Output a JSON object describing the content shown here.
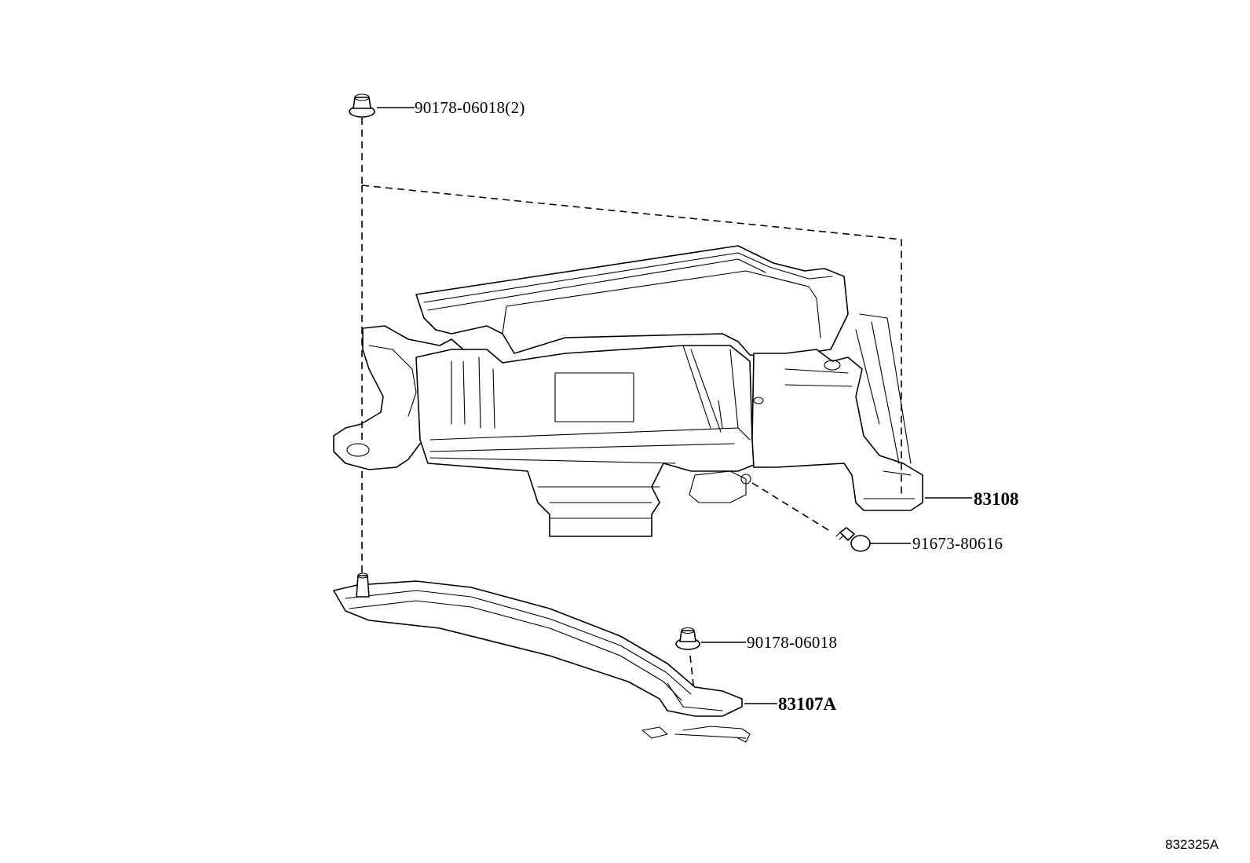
{
  "figure": {
    "id": "832325A"
  },
  "callouts": {
    "nut_top": "90178-06018(2)",
    "meter_assembly": "83108",
    "screw": "91673-80616",
    "nut_lower": "90178-06018",
    "bracket": "83107A"
  }
}
